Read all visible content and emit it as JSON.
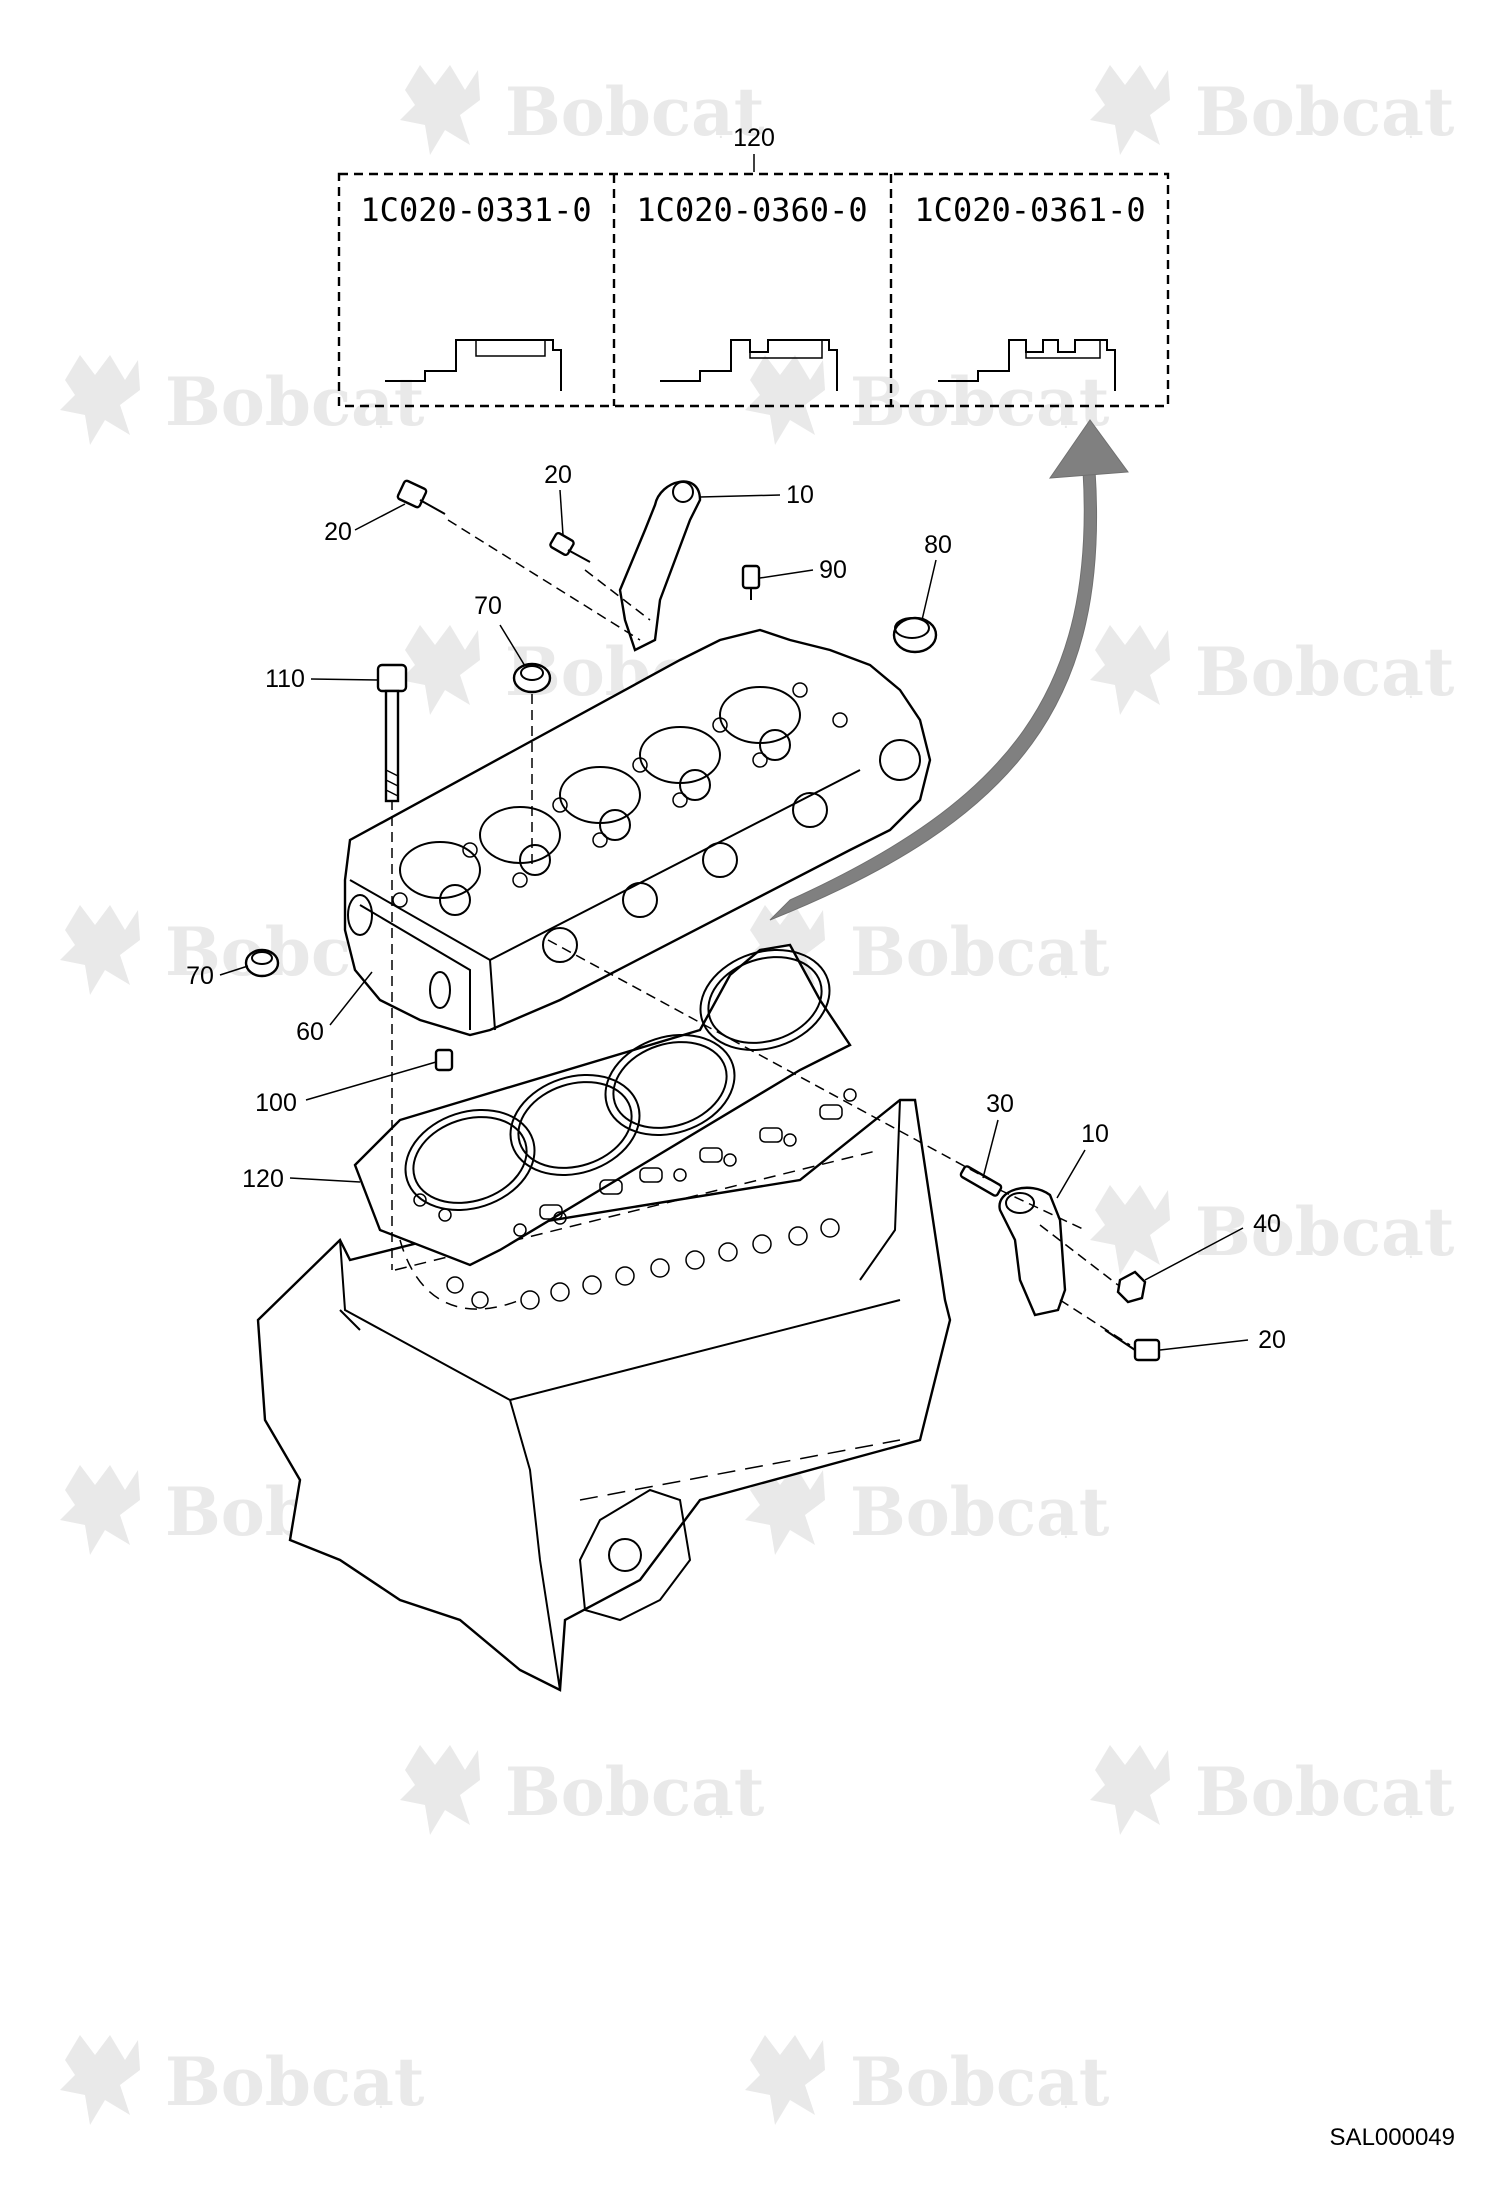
{
  "watermark": {
    "text": "Bobcat",
    "mark": "."
  },
  "kit": {
    "callout": "120",
    "panels": [
      {
        "part_number": "1C020-0331-0",
        "notches": 0
      },
      {
        "part_number": "1C020-0360-0",
        "notches": 1
      },
      {
        "part_number": "1C020-0361-0",
        "notches": 2
      }
    ]
  },
  "callouts": [
    {
      "label": "20"
    },
    {
      "label": "20"
    },
    {
      "label": "10"
    },
    {
      "label": "90"
    },
    {
      "label": "80"
    },
    {
      "label": "70"
    },
    {
      "label": "110"
    },
    {
      "label": "70"
    },
    {
      "label": "60"
    },
    {
      "label": "100"
    },
    {
      "label": "120"
    },
    {
      "label": "30"
    },
    {
      "label": "10"
    },
    {
      "label": "40"
    },
    {
      "label": "20"
    }
  ],
  "drawing_number": "SAL000049",
  "colors": {
    "ink": "#000000",
    "arrow": "#808080",
    "watermark": "#e9e9e9"
  }
}
